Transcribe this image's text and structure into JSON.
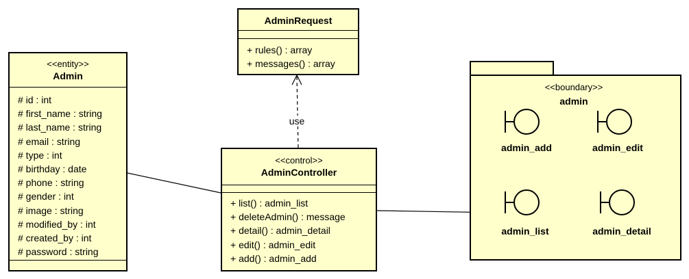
{
  "admin_entity": {
    "stereotype": "<<entity>>",
    "name": "Admin",
    "attributes": [
      "# id : int",
      "# first_name : string",
      "# last_name : string",
      "# email : string",
      "# type : int",
      "# birthday : date",
      "# phone : string",
      "# gender : int",
      "# image : string",
      "# modified_by : int",
      "# created_by : int",
      "# password : string"
    ]
  },
  "admin_request": {
    "name": "AdminRequest",
    "operations": [
      "+ rules() : array",
      "+ messages() : array"
    ]
  },
  "admin_controller": {
    "stereotype": "<<control>>",
    "name": "AdminController",
    "operations": [
      "+ list() : admin_list",
      "+ deleteAdmin() : message",
      "+ detail() : admin_detail",
      "+ edit() : admin_edit",
      "+ add() : admin_add"
    ]
  },
  "boundary_package": {
    "stereotype": "<<boundary>>",
    "name": "admin",
    "boundaries": {
      "add": "admin_add",
      "edit": "admin_edit",
      "list": "admin_list",
      "detail": "admin_detail"
    }
  },
  "relations": {
    "use_label": "use"
  }
}
